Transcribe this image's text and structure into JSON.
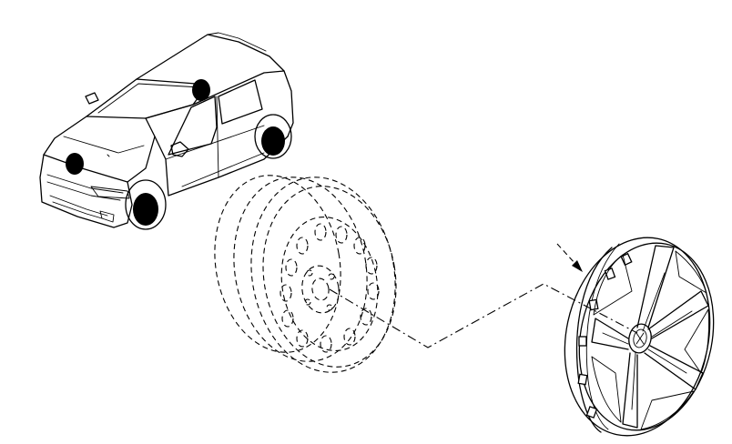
{
  "figure": {
    "colors": {
      "line": "#000000",
      "background": "#ffffff",
      "marker": "#000000"
    },
    "parts": [
      {
        "id": "vehicle",
        "icon": "car-icon",
        "line_style": "solid"
      },
      {
        "id": "steel-wheel",
        "icon": "wheel-icon",
        "line_style": "dashed"
      },
      {
        "id": "hubcap",
        "icon": "hubcap-icon",
        "line_style": "solid"
      },
      {
        "id": "leader-line",
        "icon": "",
        "line_style": "dash-dot"
      },
      {
        "id": "fitting-arrow",
        "icon": "arrow-icon",
        "line_style": "dashed"
      }
    ],
    "markers": [
      {
        "id": "hood-marker",
        "shape": "filled-ellipse"
      },
      {
        "id": "roof-marker",
        "shape": "filled-ellipse"
      }
    ]
  }
}
